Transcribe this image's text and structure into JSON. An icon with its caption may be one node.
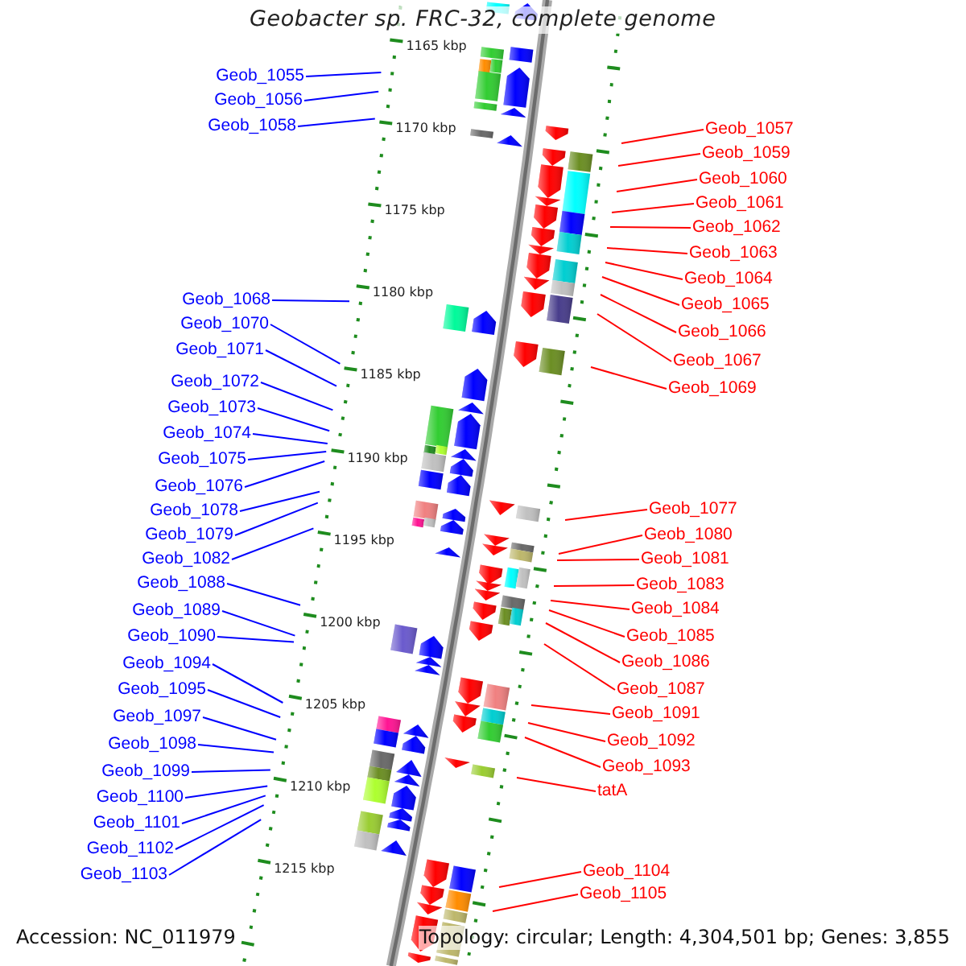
{
  "diagram": {
    "title": "Geobacter sp. FRC-32, complete genome",
    "nodes": [
      {
        "text": [
          "Geob_1055"
        ]
      },
      {
        "text": [
          "Geob_1056"
        ]
      },
      {
        "text": [
          "Geob_1058"
        ]
      },
      {
        "text": [
          "Geob_1068"
        ]
      },
      {
        "text": [
          "Geob_1070"
        ]
      },
      {
        "text": [
          "Geob_1071"
        ]
      },
      {
        "text": [
          "Geob_1072"
        ]
      },
      {
        "text": [
          "Geob_1073"
        ]
      },
      {
        "text": [
          "Geob_1074"
        ]
      },
      {
        "text": [
          "Geob_1075"
        ]
      },
      {
        "text": [
          "Geob_1076"
        ]
      },
      {
        "text": [
          "Geob_1078"
        ]
      },
      {
        "text": [
          "Geob_1079"
        ]
      },
      {
        "text": [
          "Geob_1082"
        ]
      },
      {
        "text": [
          "Geob_1088"
        ]
      },
      {
        "text": [
          "Geob_1089"
        ]
      },
      {
        "text": [
          "Geob_1090"
        ]
      },
      {
        "text": [
          "Geob_1094"
        ]
      },
      {
        "text": [
          "Geob_1095"
        ]
      },
      {
        "text": [
          "Geob_1097"
        ]
      },
      {
        "text": [
          "Geob_1098"
        ]
      },
      {
        "text": [
          "Geob_1099"
        ]
      },
      {
        "text": [
          "Geob_1100"
        ]
      },
      {
        "text": [
          "Geob_1101"
        ]
      },
      {
        "text": [
          "Geob_1102"
        ]
      },
      {
        "text": [
          "Geob_1103"
        ]
      },
      {
        "text": [
          "Geob_1057"
        ]
      },
      {
        "text": [
          "Geob_1059"
        ]
      },
      {
        "text": [
          "Geob_1060"
        ]
      },
      {
        "text": [
          "Geob_1061"
        ]
      },
      {
        "text": [
          "Geob_1062"
        ]
      },
      {
        "text": [
          "Geob_1063"
        ]
      },
      {
        "text": [
          "Geob_1064"
        ]
      },
      {
        "text": [
          "Geob_1065"
        ]
      },
      {
        "text": [
          "Geob_1066"
        ]
      },
      {
        "text": [
          "Geob_1067"
        ]
      },
      {
        "text": [
          "Geob_1069"
        ]
      },
      {
        "text": [
          "Geob_1077"
        ]
      },
      {
        "text": [
          "Geob_1080"
        ]
      },
      {
        "text": [
          "Geob_1081"
        ]
      },
      {
        "text": [
          "Geob_1083"
        ]
      },
      {
        "text": [
          "Geob_1084"
        ]
      },
      {
        "text": [
          "Geob_1085"
        ]
      },
      {
        "text": [
          "Geob_1086"
        ]
      },
      {
        "text": [
          "Geob_1087"
        ]
      },
      {
        "text": [
          "Geob_1091"
        ]
      },
      {
        "text": [
          "Geob_1092"
        ]
      },
      {
        "text": [
          "Geob_1093"
        ]
      },
      {
        "text": [
          "tatA"
        ]
      },
      {
        "text": [
          "Geob_1104"
        ]
      },
      {
        "text": [
          "Geob_1105"
        ]
      }
    ],
    "edges": [
      {
        "from": 0,
        "to": null,
        "arrow": "none"
      },
      {
        "from": 1,
        "to": null,
        "arrow": "none"
      },
      {
        "from": 2,
        "to": null,
        "arrow": "none"
      },
      {
        "from": 3,
        "to": null,
        "arrow": "none"
      },
      {
        "from": 4,
        "to": null,
        "arrow": "none"
      },
      {
        "from": 5,
        "to": null,
        "arrow": "none"
      },
      {
        "from": 6,
        "to": null,
        "arrow": "none"
      },
      {
        "from": 7,
        "to": null,
        "arrow": "none"
      },
      {
        "from": 8,
        "to": null,
        "arrow": "none"
      },
      {
        "from": 9,
        "to": null,
        "arrow": "none"
      },
      {
        "from": 10,
        "to": null,
        "arrow": "none"
      },
      {
        "from": 11,
        "to": null,
        "arrow": "none"
      },
      {
        "from": 12,
        "to": null,
        "arrow": "none"
      },
      {
        "from": 13,
        "to": null,
        "arrow": "none"
      },
      {
        "from": 14,
        "to": null,
        "arrow": "none"
      },
      {
        "from": 15,
        "to": null,
        "arrow": "none"
      },
      {
        "from": 16,
        "to": null,
        "arrow": "none"
      },
      {
        "from": 17,
        "to": null,
        "arrow": "none"
      },
      {
        "from": 18,
        "to": null,
        "arrow": "none"
      },
      {
        "from": 19,
        "to": null,
        "arrow": "none"
      },
      {
        "from": 20,
        "to": null,
        "arrow": "none"
      },
      {
        "from": 21,
        "to": null,
        "arrow": "none"
      },
      {
        "from": 22,
        "to": null,
        "arrow": "none"
      },
      {
        "from": 23,
        "to": null,
        "arrow": "none"
      },
      {
        "from": 24,
        "to": null,
        "arrow": "none"
      },
      {
        "from": 25,
        "to": null,
        "arrow": "none"
      },
      {
        "from": 26,
        "to": null,
        "arrow": "none",
        "color": "#ff0000"
      },
      {
        "from": 27,
        "to": null,
        "arrow": "none",
        "color": "#ff0000"
      },
      {
        "from": 28,
        "to": null,
        "arrow": "none",
        "color": "#ff0000"
      },
      {
        "from": 29,
        "to": null,
        "arrow": "none",
        "color": "#ff0000"
      },
      {
        "from": 30,
        "to": null,
        "arrow": "none",
        "color": "#ff0000"
      },
      {
        "from": 31,
        "to": null,
        "arrow": "none",
        "color": "#ff0000"
      },
      {
        "from": 32,
        "to": null,
        "arrow": "none",
        "color": "#ff0000"
      },
      {
        "from": 33,
        "to": null,
        "arrow": "none",
        "color": "#ff0000"
      },
      {
        "from": 34,
        "to": null,
        "arrow": "none",
        "color": "#ff0000"
      },
      {
        "from": 35,
        "to": null,
        "arrow": "none",
        "color": "#ff0000"
      },
      {
        "from": 36,
        "to": null,
        "arrow": "none",
        "color": "#ff0000"
      },
      {
        "from": 37,
        "to": null,
        "arrow": "none",
        "color": "#ff0000"
      },
      {
        "from": 38,
        "to": null,
        "arrow": "none",
        "color": "#ff0000"
      },
      {
        "from": 39,
        "to": null,
        "arrow": "none",
        "color": "#ff0000"
      },
      {
        "from": 40,
        "to": null,
        "arrow": "none",
        "color": "#ff0000"
      },
      {
        "from": 41,
        "to": null,
        "arrow": "none",
        "color": "#ff0000"
      },
      {
        "from": 42,
        "to": null,
        "arrow": "none",
        "color": "#ff0000"
      },
      {
        "from": 43,
        "to": null,
        "arrow": "none",
        "color": "#ff0000"
      },
      {
        "from": 44,
        "to": null,
        "arrow": "none",
        "color": "#ff0000"
      },
      {
        "from": 45,
        "to": null,
        "arrow": "none",
        "color": "#ff0000"
      },
      {
        "from": 46,
        "to": null,
        "arrow": "none",
        "color": "#ff0000"
      },
      {
        "from": 47,
        "to": null,
        "arrow": "none",
        "color": "#ff0000"
      },
      {
        "from": 48,
        "to": null,
        "arrow": "none",
        "color": "#ff0000"
      },
      {
        "from": 49,
        "to": null,
        "arrow": "none",
        "color": "#ff0000"
      },
      {
        "from": 50,
        "to": null,
        "arrow": "none",
        "color": "#ff0000"
      }
    ],
    "labels": [
      "1165 kbp",
      "1170 kbp",
      "1175 kbp",
      "1180 kbp",
      "1185 kbp",
      "1190 kbp",
      "1195 kbp",
      "1200 kbp",
      "1205 kbp",
      "1210 kbp",
      "1215 kbp",
      "Accession: NC_011979",
      "Topology: circular; Length: 4,304,501 bp; Genes: 3,855"
    ]
  }
}
